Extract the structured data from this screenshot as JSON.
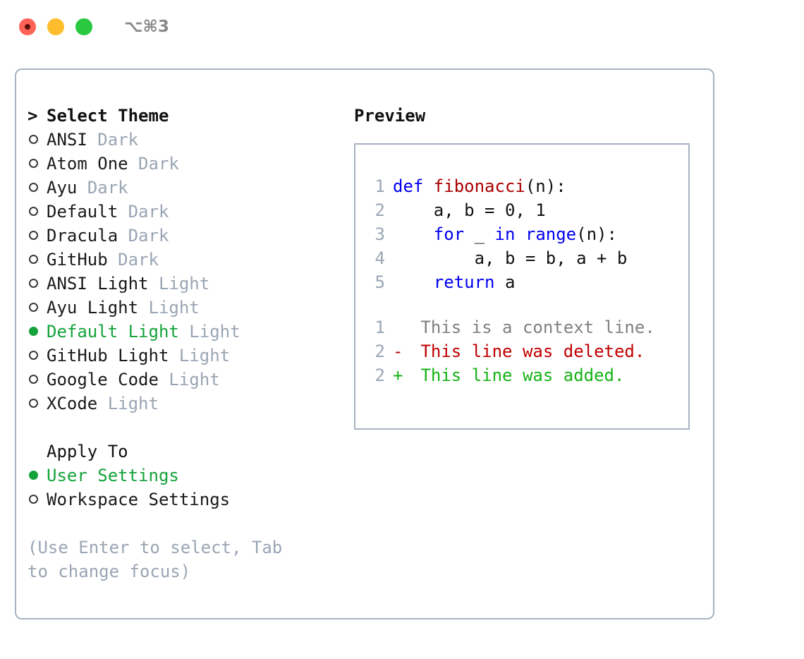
{
  "titlebar": {
    "shortcut": "⌥⌘3",
    "buttons": [
      "close",
      "minimize",
      "maximize"
    ]
  },
  "theme_picker": {
    "header_marker": ">",
    "header": "Select Theme",
    "options": [
      {
        "marker": "○",
        "name": "ANSI",
        "category": "Dark",
        "selected": false
      },
      {
        "marker": "○",
        "name": "Atom One",
        "category": "Dark",
        "selected": false
      },
      {
        "marker": "○",
        "name": "Ayu",
        "category": "Dark",
        "selected": false
      },
      {
        "marker": "○",
        "name": "Default",
        "category": "Dark",
        "selected": false
      },
      {
        "marker": "○",
        "name": "Dracula",
        "category": "Dark",
        "selected": false
      },
      {
        "marker": "○",
        "name": "GitHub",
        "category": "Dark",
        "selected": false
      },
      {
        "marker": "○",
        "name": "ANSI Light",
        "category": "Light",
        "selected": false
      },
      {
        "marker": "○",
        "name": "Ayu Light",
        "category": "Light",
        "selected": false
      },
      {
        "marker": "●",
        "name": "Default Light",
        "category": "Light",
        "selected": true
      },
      {
        "marker": "○",
        "name": "GitHub Light",
        "category": "Light",
        "selected": false
      },
      {
        "marker": "○",
        "name": "Google Code",
        "category": "Light",
        "selected": false
      },
      {
        "marker": "○",
        "name": "XCode",
        "category": "Light",
        "selected": false
      }
    ]
  },
  "apply_to": {
    "label": "Apply To",
    "options": [
      {
        "marker": "●",
        "name": "User Settings",
        "selected": true
      },
      {
        "marker": "○",
        "name": "Workspace Settings",
        "selected": false
      }
    ]
  },
  "hint": "(Use Enter to select, Tab to change focus)",
  "preview": {
    "title": "Preview",
    "code_lines": [
      {
        "no": "1",
        "tokens": [
          {
            "t": "def ",
            "k": "kw"
          },
          {
            "t": "fibonacci",
            "k": "fn"
          },
          {
            "t": "(n):",
            "k": "plain"
          }
        ]
      },
      {
        "no": "2",
        "tokens": [
          {
            "t": "    a, b = 0, 1",
            "k": "plain"
          }
        ]
      },
      {
        "no": "3",
        "tokens": [
          {
            "t": "    ",
            "k": "plain"
          },
          {
            "t": "for",
            "k": "kw"
          },
          {
            "t": " _ ",
            "k": "plain"
          },
          {
            "t": "in",
            "k": "kw"
          },
          {
            "t": " ",
            "k": "plain"
          },
          {
            "t": "range",
            "k": "kw"
          },
          {
            "t": "(n):",
            "k": "plain"
          }
        ]
      },
      {
        "no": "4",
        "tokens": [
          {
            "t": "        a, b = b, a + b",
            "k": "plain"
          }
        ]
      },
      {
        "no": "5",
        "tokens": [
          {
            "t": "    ",
            "k": "plain"
          },
          {
            "t": "return",
            "k": "kw"
          },
          {
            "t": " a",
            "k": "plain"
          }
        ]
      }
    ],
    "diff_lines": [
      {
        "no": "1",
        "sign": " ",
        "text": " This is a context line.",
        "kind": "ctx"
      },
      {
        "no": "2",
        "sign": "-",
        "text": " This line was deleted.",
        "kind": "del"
      },
      {
        "no": "2",
        "sign": "+",
        "text": " This line was added.",
        "kind": "add"
      }
    ]
  },
  "colors": {
    "accent_green": "#14a33a",
    "muted": "#9aa5b4",
    "border": "#a8b2c3",
    "keyword": "#0000ee",
    "function": "#aa0000",
    "diff_add": "#16b316",
    "diff_del": "#c00000"
  }
}
